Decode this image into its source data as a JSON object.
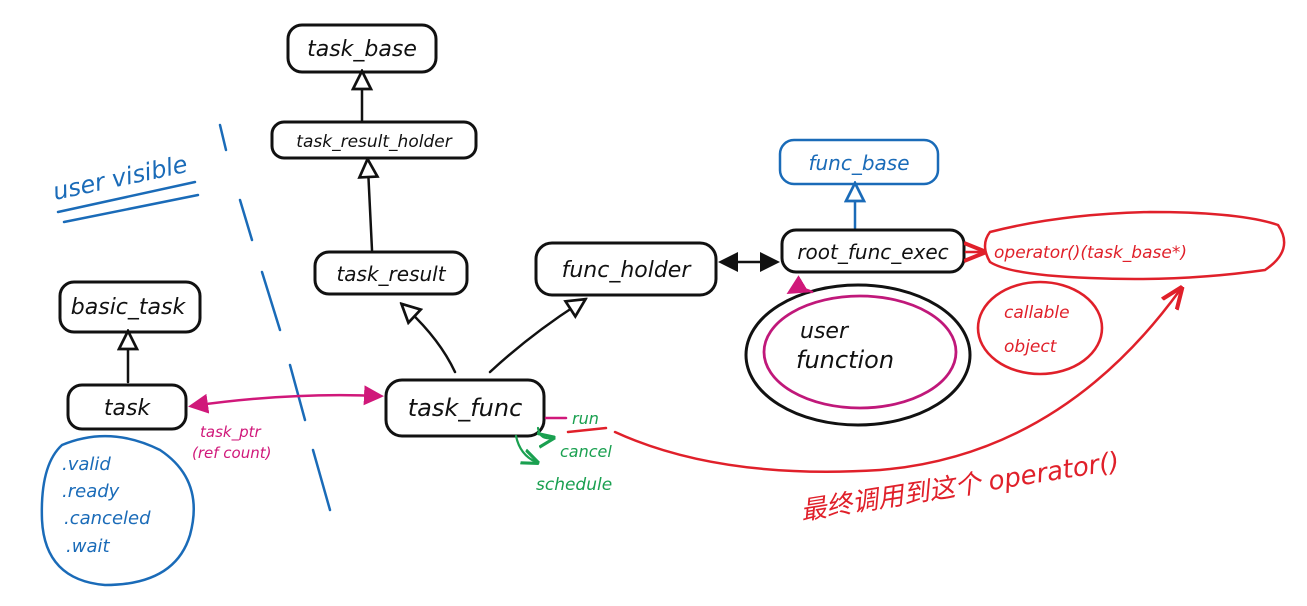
{
  "colors": {
    "black": "#111111",
    "blue": "#1a6bb8",
    "red": "#e0202a",
    "magenta": "#d0187a",
    "green": "#1aa050"
  },
  "labels": {
    "user_visible": "user visible",
    "task_base": "task_base",
    "task_result_holder": "task_result_holder",
    "task_result": "task_result",
    "func_holder": "func_holder",
    "task_func": "task_func",
    "basic_task": "basic_task",
    "task": "task",
    "func_base": "func_base",
    "root_func_exec": "root_func_exec",
    "operator_call": "operator()(task_base*)",
    "callable_object_line1": "callable",
    "callable_object_line2": "object",
    "user_function_line1": "user",
    "user_function_line2": "function",
    "task_ptr_line1": "task_ptr",
    "task_ptr_line2": "(ref count)",
    "run": "run",
    "cancel": "cancel",
    "schedule": "schedule",
    "chinese_note": "最终调用到这个 operator()"
  },
  "task_states": [
    ".valid",
    ".ready",
    ".canceled",
    ".wait"
  ]
}
